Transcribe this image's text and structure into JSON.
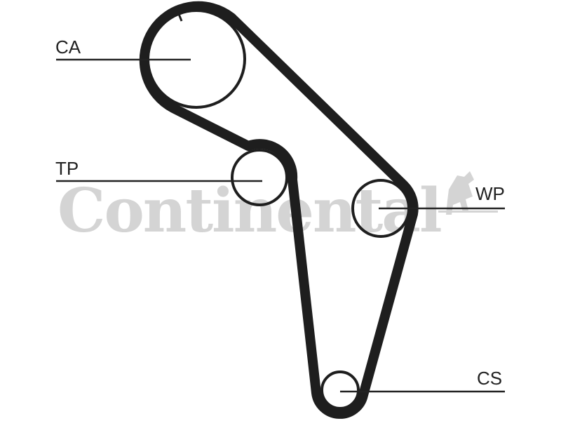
{
  "watermark": {
    "brand": "Continental"
  },
  "labels": {
    "ca": "CA",
    "tp": "TP",
    "wp": "WP",
    "cs": "CS"
  },
  "colors": {
    "belt": "#1e1e1e",
    "watermark": "#d4d4d4",
    "line": "#222222"
  }
}
